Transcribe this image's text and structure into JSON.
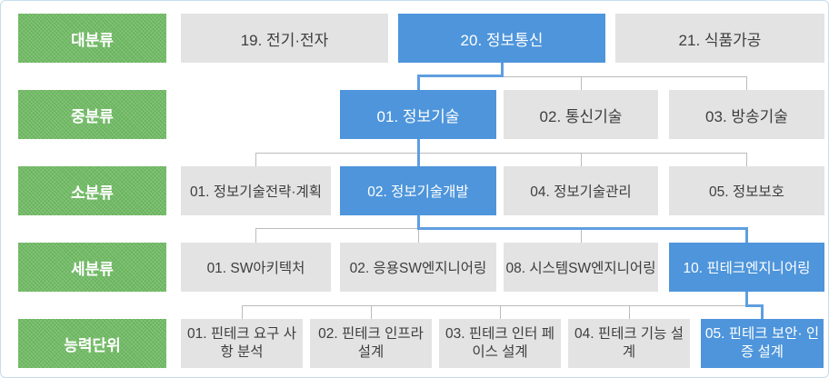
{
  "palette": {
    "green": "#72bb66",
    "blue": "#4e95db",
    "blue_line": "#5f9ee0",
    "gray_box": "#e3e3e3",
    "gray_line": "#bbbbbb",
    "text_dark": "#3e3e3e",
    "border": "#c7dcee"
  },
  "rows": [
    {
      "label": "대분류",
      "items": [
        {
          "text": "19. 전기·전자",
          "highlight": false
        },
        {
          "text": "20. 정보통신",
          "highlight": true
        },
        {
          "text": "21. 식품가공",
          "highlight": false
        }
      ]
    },
    {
      "label": "중분류",
      "items": [
        {
          "text": "01. 정보기술",
          "highlight": true
        },
        {
          "text": "02. 통신기술",
          "highlight": false
        },
        {
          "text": "03. 방송기술",
          "highlight": false
        }
      ]
    },
    {
      "label": "소분류",
      "items": [
        {
          "text": "01. 정보기술전략·계획",
          "highlight": false
        },
        {
          "text": "02. 정보기술개발",
          "highlight": true
        },
        {
          "text": "04. 정보기술관리",
          "highlight": false
        },
        {
          "text": "05. 정보보호",
          "highlight": false
        }
      ]
    },
    {
      "label": "세분류",
      "items": [
        {
          "text": "01. SW아키텍처",
          "highlight": false
        },
        {
          "text": "02. 응용SW엔지니어링",
          "highlight": false
        },
        {
          "text": "08. 시스템SW엔지니어링",
          "highlight": false
        },
        {
          "text": "10. 핀테크엔지니어링",
          "highlight": true
        }
      ]
    },
    {
      "label": "능력단위",
      "items": [
        {
          "text": "01. 핀테크 요구 사항 분석",
          "highlight": false
        },
        {
          "text": "02. 핀테크 인프라 설계",
          "highlight": false
        },
        {
          "text": "03. 핀테크 인터 페이스 설계",
          "highlight": false
        },
        {
          "text": "04. 핀테크 기능 설계",
          "highlight": false
        },
        {
          "text": "05. 핀테크 보안· 인증 설계",
          "highlight": true
        }
      ]
    }
  ]
}
